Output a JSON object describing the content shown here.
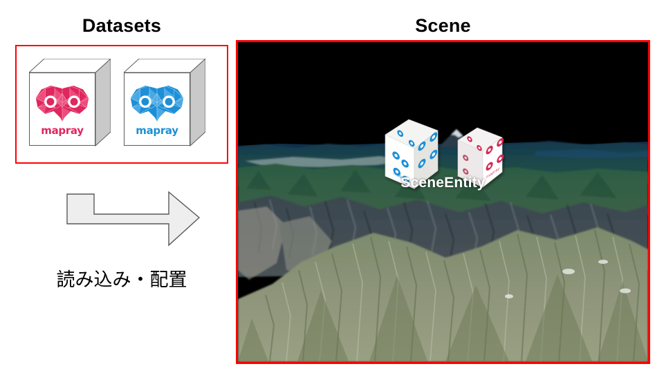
{
  "panels": {
    "datasets": {
      "title": "Datasets",
      "border_color": "#ff0000",
      "items": [
        {
          "name": "mapray-dataset-red",
          "wordmark": "mapray",
          "color": "#e0265e",
          "icon": "owl-logo-icon"
        },
        {
          "name": "mapray-dataset-blue",
          "wordmark": "mapray",
          "color": "#1d8fd6",
          "icon": "owl-logo-icon"
        }
      ]
    },
    "scene": {
      "title": "Scene",
      "border_color": "#ff0000",
      "entity_label": "SceneEntity",
      "sky_color": "#000000",
      "entities": [
        {
          "name": "cube-entity-blue",
          "wordmark": "mapray",
          "color": "#1d8fd6",
          "icon": "owl-cube-icon"
        },
        {
          "name": "cube-entity-red",
          "wordmark": "mapray",
          "color": "#d22a57",
          "icon": "owl-cube-icon"
        }
      ],
      "terrain": {
        "horizon_color": "#17384a",
        "midground_color": "#3f4b50",
        "foreground_color": "#8c9277"
      }
    }
  },
  "flow": {
    "arrow_label": "flow-arrow-right",
    "arrow_fill": "#eeeeee",
    "arrow_stroke": "#595959",
    "caption": "読み込み・配置"
  }
}
